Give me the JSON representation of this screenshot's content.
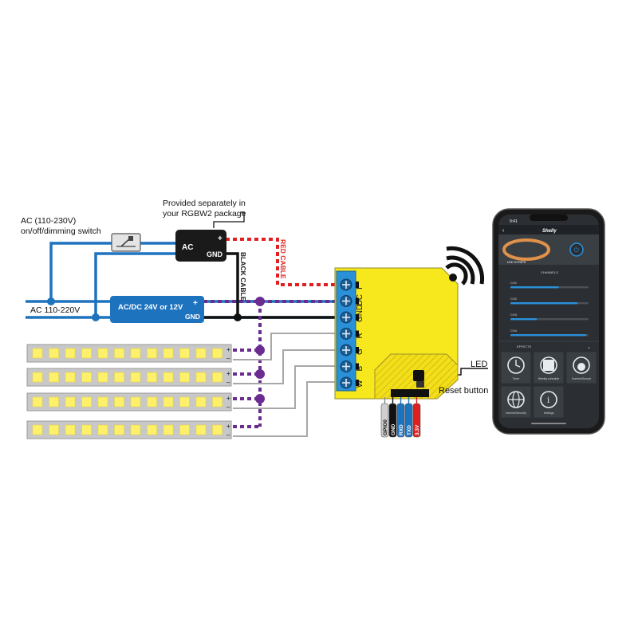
{
  "labels": {
    "provided_line1": "Provided separately in",
    "provided_line2": "your RGBW2 package",
    "ac_switch_line1": "AC (110-230V)",
    "ac_switch_line2": "on/off/dimming switch",
    "ac_mains": "AC 110-220V",
    "psu_ac": "AC",
    "psu_plus": "+",
    "psu_gnd": "GND",
    "psu2_title": "AC/DC 24V or 12V",
    "psu2_plus": "+",
    "psu2_gnd": "GND",
    "black_cable": "BLACK CABLE",
    "red_cable": "RED CABLE",
    "led": "LED",
    "reset_button": "Reset button",
    "strip_plus": "+",
    "strip_minus": "–"
  },
  "terminals": [
    "I",
    "DC",
    "GND",
    "R",
    "G",
    "B",
    "W"
  ],
  "header_pins": [
    {
      "label": "GPIO0",
      "color": "#cfcfcf",
      "text_color": "#111111"
    },
    {
      "label": "GND",
      "color": "#111111",
      "text_color": "#ffffff"
    },
    {
      "label": "RXD",
      "color": "#1e73be",
      "text_color": "#ffffff"
    },
    {
      "label": "TXD",
      "color": "#1e73be",
      "text_color": "#ffffff"
    },
    {
      "label": "3.3V",
      "color": "#e02020",
      "text_color": "#ffffff"
    }
  ],
  "phone": {
    "time": "9:41",
    "app_name": "Shelly",
    "device_name": "LED STRIPS",
    "channels_title": "CHANNELS",
    "channels": [
      {
        "label": "CH1",
        "level": 0.62
      },
      {
        "label": "CH2",
        "level": 0.86
      },
      {
        "label": "CH3",
        "level": 0.34
      },
      {
        "label": "CH4",
        "level": 0.97
      }
    ],
    "effects_title": "EFFECTS",
    "tiles": [
      "Timer",
      "Weekly schedule",
      "Sunrise/Sunset",
      "Internet/Security",
      "Settings"
    ]
  },
  "colors": {
    "wire_blue": "#1e73be",
    "wire_black": "#111111",
    "wire_red": "#e02020",
    "wire_purple": "#6a2c91",
    "module_yellow": "#f6e81c",
    "terminal_blue": "#2a90d8",
    "led_yellow": "#fff06a",
    "strip_grey": "#c8c8c8"
  }
}
